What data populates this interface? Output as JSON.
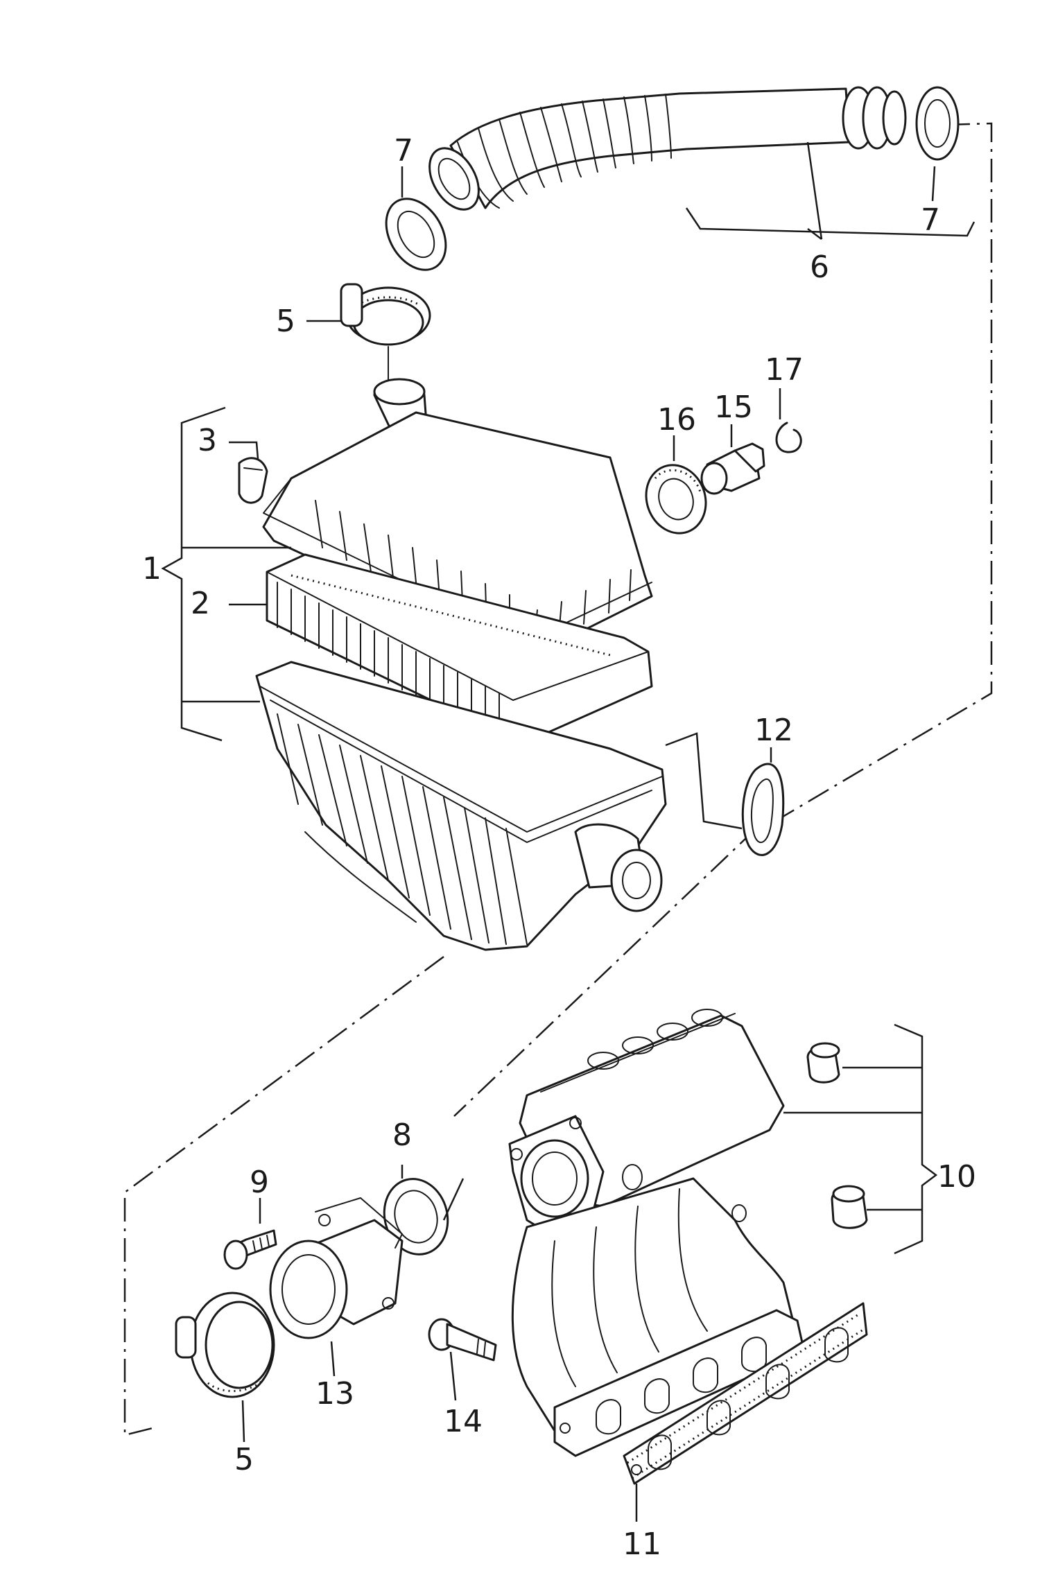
{
  "callouts": {
    "c1": "1",
    "c2": "2",
    "c3": "3",
    "c5a": "5",
    "c5b": "5",
    "c6": "6",
    "c7a": "7",
    "c7b": "7",
    "c8": "8",
    "c9": "9",
    "c10": "10",
    "c11": "11",
    "c12": "12",
    "c13": "13",
    "c14": "14",
    "c15": "15",
    "c16": "16",
    "c17": "17"
  }
}
